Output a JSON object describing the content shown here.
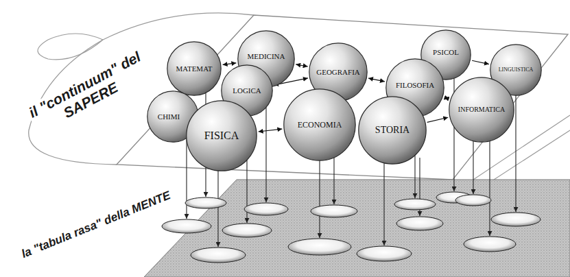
{
  "diagram": {
    "nodes": [
      {
        "text": [
          "MATEMAT"
        ]
      },
      {
        "text": [
          "MEDICINA"
        ]
      },
      {
        "text": [
          "GEOGRAFIA"
        ]
      },
      {
        "text": [
          "PSICOL"
        ]
      },
      {
        "text": [
          "LINGUISTICA"
        ]
      },
      {
        "text": [
          "LOGICA"
        ]
      },
      {
        "text": [
          "FILOSOFIA"
        ]
      },
      {
        "text": [
          "CHIMI"
        ]
      },
      {
        "text": [
          "FISICA"
        ]
      },
      {
        "text": [
          "ECONOMIA"
        ]
      },
      {
        "text": [
          "STORIA"
        ]
      },
      {
        "text": [
          "INFORMATICA"
        ]
      }
    ],
    "edges": [
      {
        "from": 0,
        "to": 1,
        "arrow": "both"
      },
      {
        "from": 1,
        "to": 2,
        "arrow": "both"
      },
      {
        "from": 5,
        "to": 2,
        "arrow": "both"
      },
      {
        "from": 2,
        "to": 6,
        "arrow": "both"
      },
      {
        "from": 3,
        "to": 4,
        "arrow": "to"
      },
      {
        "from": 6,
        "to": 11,
        "arrow": "both"
      },
      {
        "from": 8,
        "to": 9,
        "arrow": "both"
      },
      {
        "from": 10,
        "to": 11,
        "arrow": "to"
      }
    ],
    "labels": [
      "il \"continuum\" del SAPERE",
      "la \"tabula rasa\" della MENTE"
    ]
  }
}
